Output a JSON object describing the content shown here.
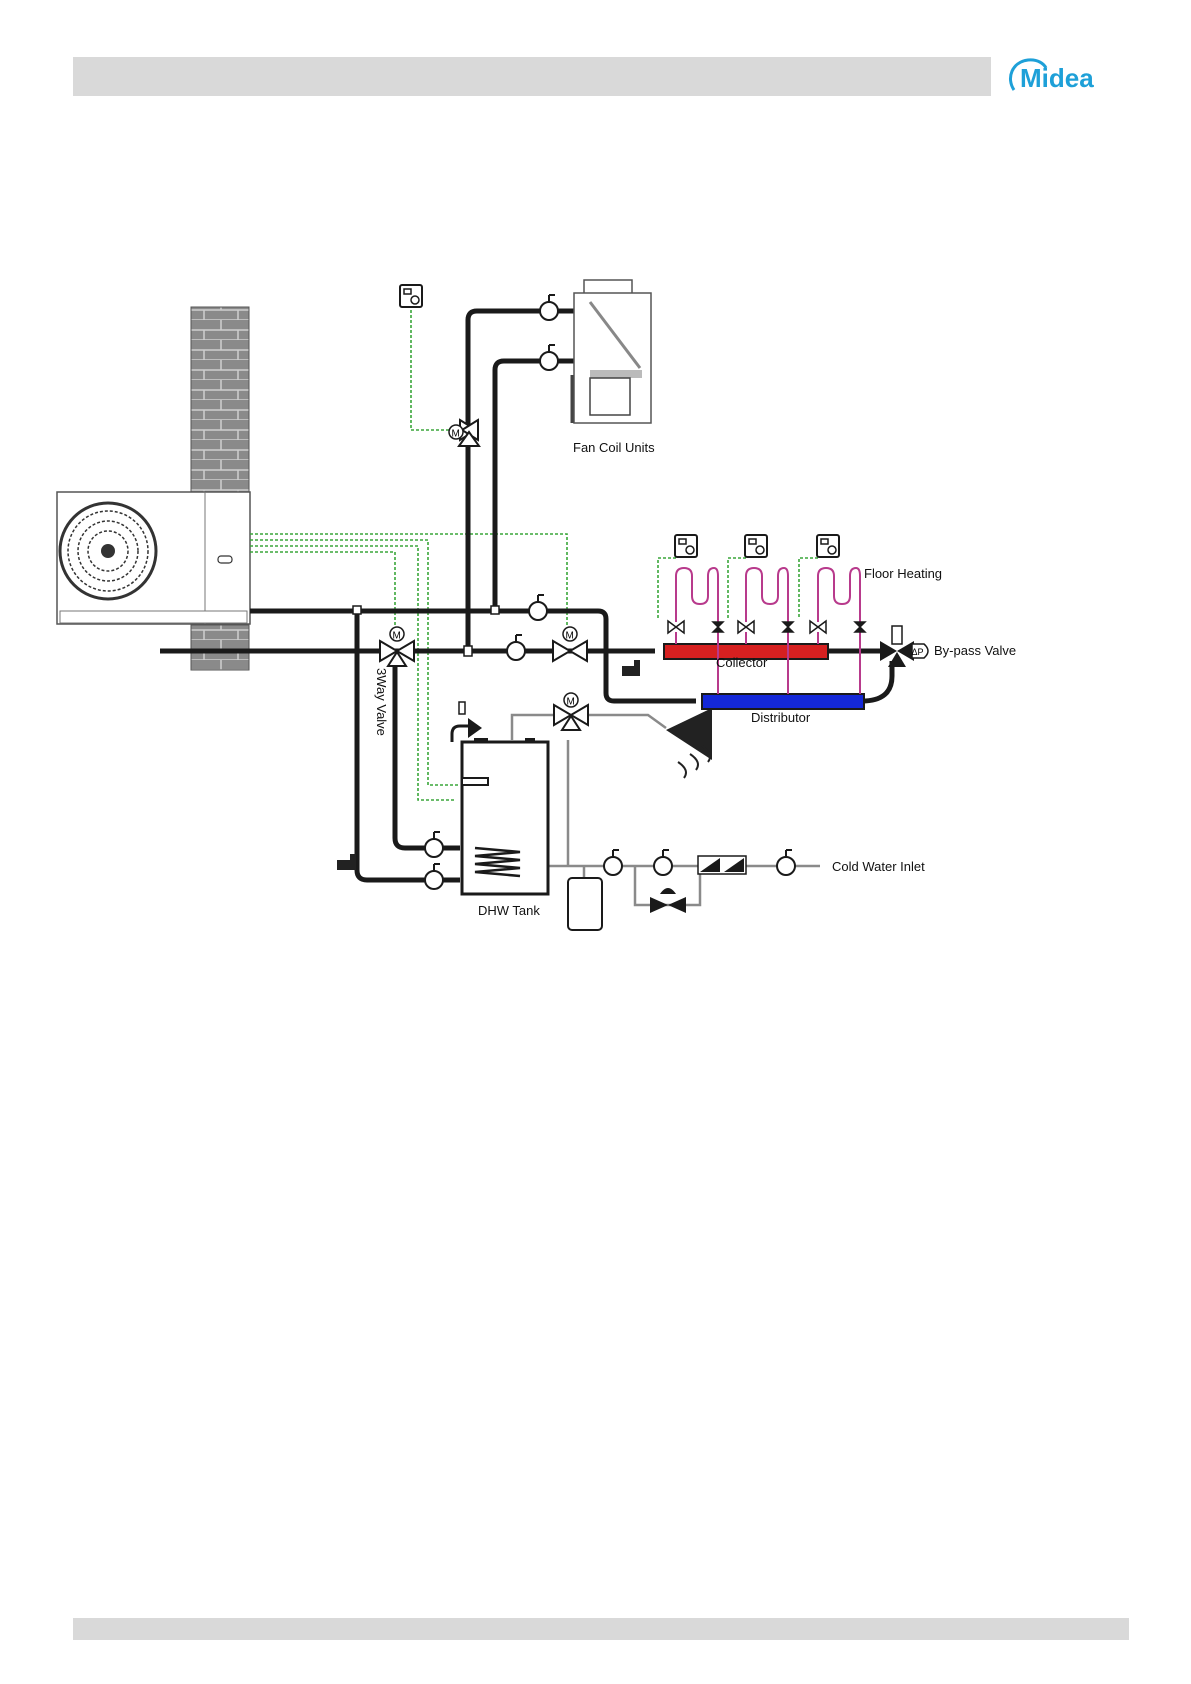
{
  "header": {
    "brand": "Midea",
    "brand_color": "#1ea0d8",
    "bar_color": "#d9d9d9"
  },
  "diagram": {
    "labels": {
      "fan_coil_units": "Fan Coil Units",
      "floor_heating": "Floor Heating",
      "bypass_valve": "By-pass Valve",
      "collector": "Collector",
      "distributor": "Distributor",
      "three_way_valve": "3Way Valve",
      "dhw_tank": "DHW Tank",
      "cold_water_inlet": "Cold Water Inlet",
      "motor_symbol": "M",
      "delta_p_symbol": "ΔP"
    },
    "colors": {
      "pipe": "#1a1a1a",
      "signal_wire": "#3aa63a",
      "collector": "#d62020",
      "distributor": "#1428d8",
      "floor_loop": "#b83a8c",
      "wall": "#7f7f7f"
    }
  }
}
